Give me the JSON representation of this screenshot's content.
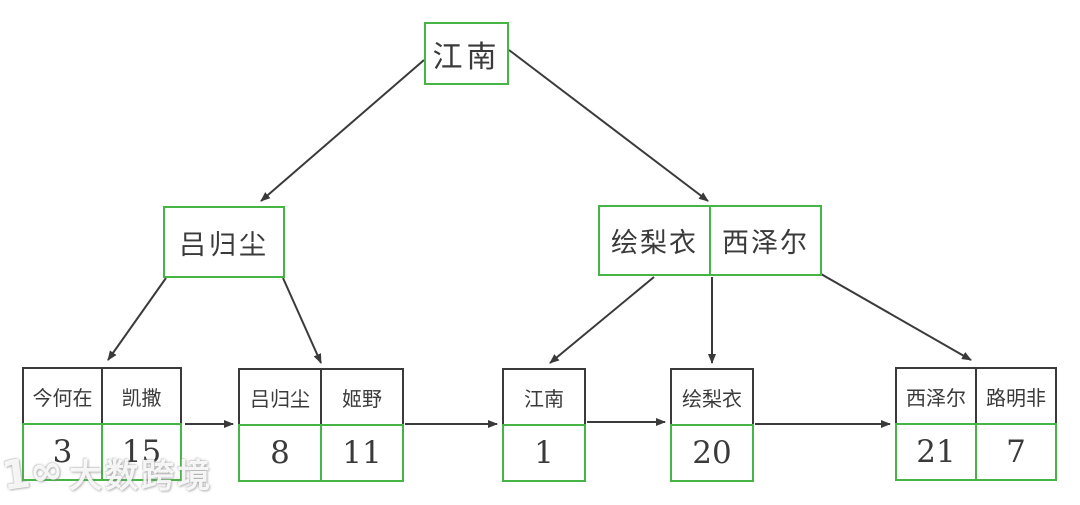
{
  "diagram": {
    "kind": "b-plus-tree",
    "colors": {
      "node_border_green": "#46b546",
      "line_dark": "#3a3a3a"
    },
    "root": {
      "label": "江南"
    },
    "internal_nodes": [
      {
        "keys": [
          "吕归尘"
        ]
      },
      {
        "keys": [
          "绘梨衣",
          "西泽尔"
        ]
      }
    ],
    "leaf_nodes": [
      {
        "keys": [
          "今何在",
          "凯撒"
        ],
        "values": [
          "3",
          "15"
        ]
      },
      {
        "keys": [
          "吕归尘",
          "姬野"
        ],
        "values": [
          "8",
          "11"
        ]
      },
      {
        "keys": [
          "江南"
        ],
        "values": [
          "1"
        ]
      },
      {
        "keys": [
          "绘梨衣"
        ],
        "values": [
          "20"
        ]
      },
      {
        "keys": [
          "西泽尔",
          "路明非"
        ],
        "values": [
          "21",
          "7"
        ]
      }
    ]
  },
  "watermark": {
    "logo": "1∞",
    "text": "大数跨境"
  }
}
